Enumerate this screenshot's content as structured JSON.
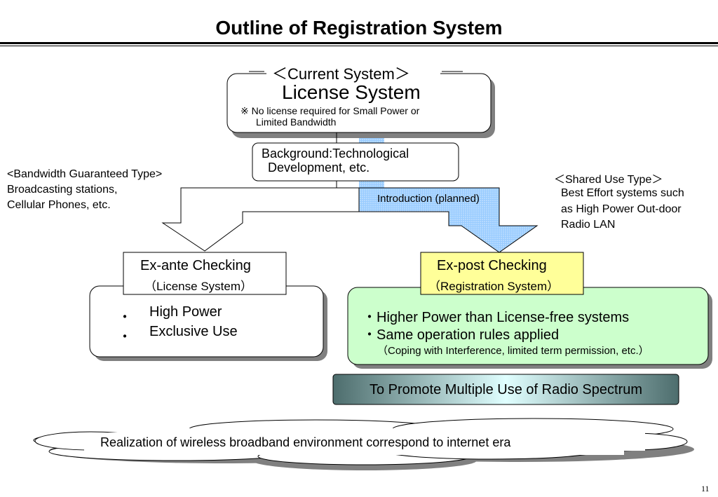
{
  "slide": {
    "title": "Outline of Registration System",
    "page_number": "11"
  },
  "current_system": {
    "heading": "＜Current System＞",
    "title": "License System",
    "note_line1": "※ No license required for Small Power or",
    "note_line2": "Limited Bandwidth"
  },
  "background": {
    "line1": "Background:Technological",
    "line2": "Development, etc."
  },
  "bandwidth_type": {
    "line1": "<Bandwidth Guaranteed Type>",
    "line2": "Broadcasting stations,",
    "line3": "Cellular Phones, etc."
  },
  "shared_type": {
    "line1": "＜Shared Use Type＞",
    "line2": "Best Effort systems such",
    "line3": "as High Power Out-door",
    "line4": "Radio LAN"
  },
  "introduction_label": "Introduction (planned)",
  "ex_ante": {
    "title": "Ex-ante Checking",
    "subtitle": "（License System）",
    "bullet": "・",
    "items": [
      "High Power",
      "Exclusive Use"
    ]
  },
  "ex_post": {
    "title": "Ex-post Checking",
    "subtitle": "（Registration System）",
    "items": [
      "・Higher Power than License-free systems",
      "・Same operation rules applied"
    ],
    "note": "（Coping with Interference, limited term permission, etc.）"
  },
  "promote": "To Promote Multiple Use of Radio Spectrum",
  "realization": "Realization of wireless broadband environment correspond to internet era",
  "colors": {
    "expost_title_bg": "#ffff99",
    "green_box": "#ccffcc",
    "blue_arrow": "#99ccff",
    "promote_dark": "#5a7a7a",
    "promote_light": "#e0ffff",
    "shadow": "#808080"
  }
}
